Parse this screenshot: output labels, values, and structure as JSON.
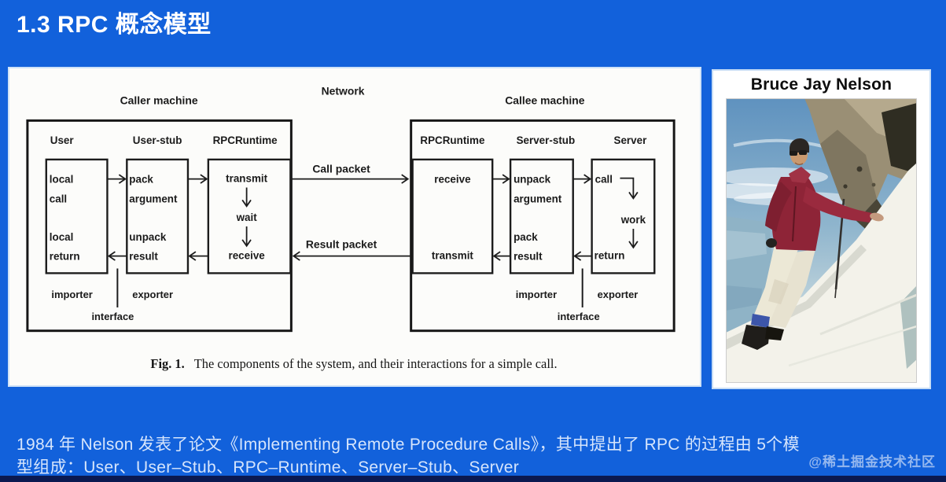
{
  "slide": {
    "title": "1.3 RPC 概念模型",
    "watermark": "@稀土掘金技术社区",
    "footer_line1": "1984 年 Nelson 发表了论文《Implementing Remote Procedure Calls》，其中提出了 RPC 的过程由 5个模",
    "footer_line2": "型组成：User、User–Stub、RPC–Runtime、Server–Stub、Server"
  },
  "figure": {
    "caption_label": "Fig. 1.",
    "caption_text": "The components of the system, and their interactions for a simple call.",
    "network_label": "Network",
    "call_packet": "Call packet",
    "result_packet": "Result packet",
    "caller": {
      "machine_label": "Caller machine",
      "columns": [
        "User",
        "User-stub",
        "RPCRuntime"
      ],
      "user_box": [
        "local",
        "call",
        "local",
        "return"
      ],
      "stub_box": [
        "pack",
        "argument",
        "unpack",
        "result"
      ],
      "runtime_box": [
        "transmit",
        "wait",
        "receive"
      ],
      "importer": "importer",
      "exporter": "exporter",
      "interface": "interface"
    },
    "callee": {
      "machine_label": "Callee machine",
      "columns": [
        "RPCRuntime",
        "Server-stub",
        "Server"
      ],
      "runtime_box": [
        "receive",
        "transmit"
      ],
      "stub_box": [
        "unpack",
        "argument",
        "pack",
        "result"
      ],
      "server_box": [
        "call",
        "work",
        "return"
      ],
      "importer": "importer",
      "exporter": "exporter",
      "interface": "interface"
    }
  },
  "photo_card": {
    "title": "Bruce Jay Nelson"
  },
  "colors": {
    "background_blue": "#1261DB",
    "bottom_strip": "#0B1950",
    "footer_text": "#D6E5FC",
    "diagram_ink": "#1C1C1C",
    "jacket_red": "#8E2437",
    "snow_white": "#F3F2EA"
  }
}
